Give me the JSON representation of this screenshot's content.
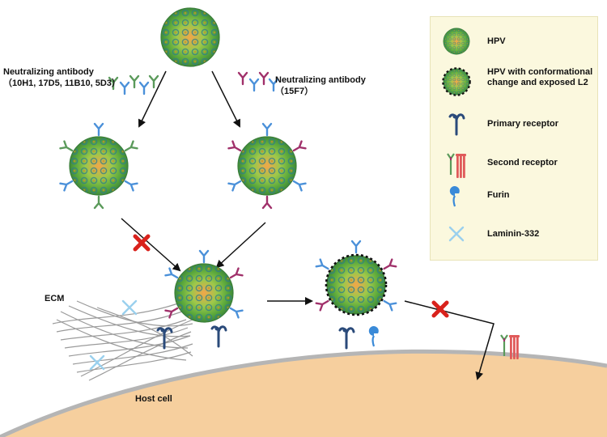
{
  "labels": {
    "ab_left": "Neutralizing antibody",
    "ab_left_clones": "（10H1, 17D5, 11B10, 5D3）",
    "ab_right": "Neutralizing antibody",
    "ab_right_clone": "（15F7）",
    "ecm": "ECM",
    "host_cell": "Host cell"
  },
  "legend": {
    "hpv": "HPV",
    "hpv_changed": "HPV with conformational change and exposed L2",
    "primary_receptor": "Primary receptor",
    "second_receptor": "Second receptor",
    "furin": "Furin",
    "laminin": "Laminin-332"
  },
  "colors": {
    "virus_green": "#7fbf3f",
    "virus_orange": "#e89a3a",
    "antibody_blue": "#4a90d9",
    "antibody_green": "#5a9a5a",
    "antibody_magenta": "#a0306a",
    "receptor_navy": "#2a4a7a",
    "second_receptor_red": "#e05a5a",
    "furin_blue": "#3a8ad8",
    "laminin_blue": "#9ad0ee",
    "cell": "#f6cf9e",
    "cell_membrane": "#b5b5b5",
    "legend_bg": "#fbf8de",
    "block_red": "#d9221c"
  }
}
